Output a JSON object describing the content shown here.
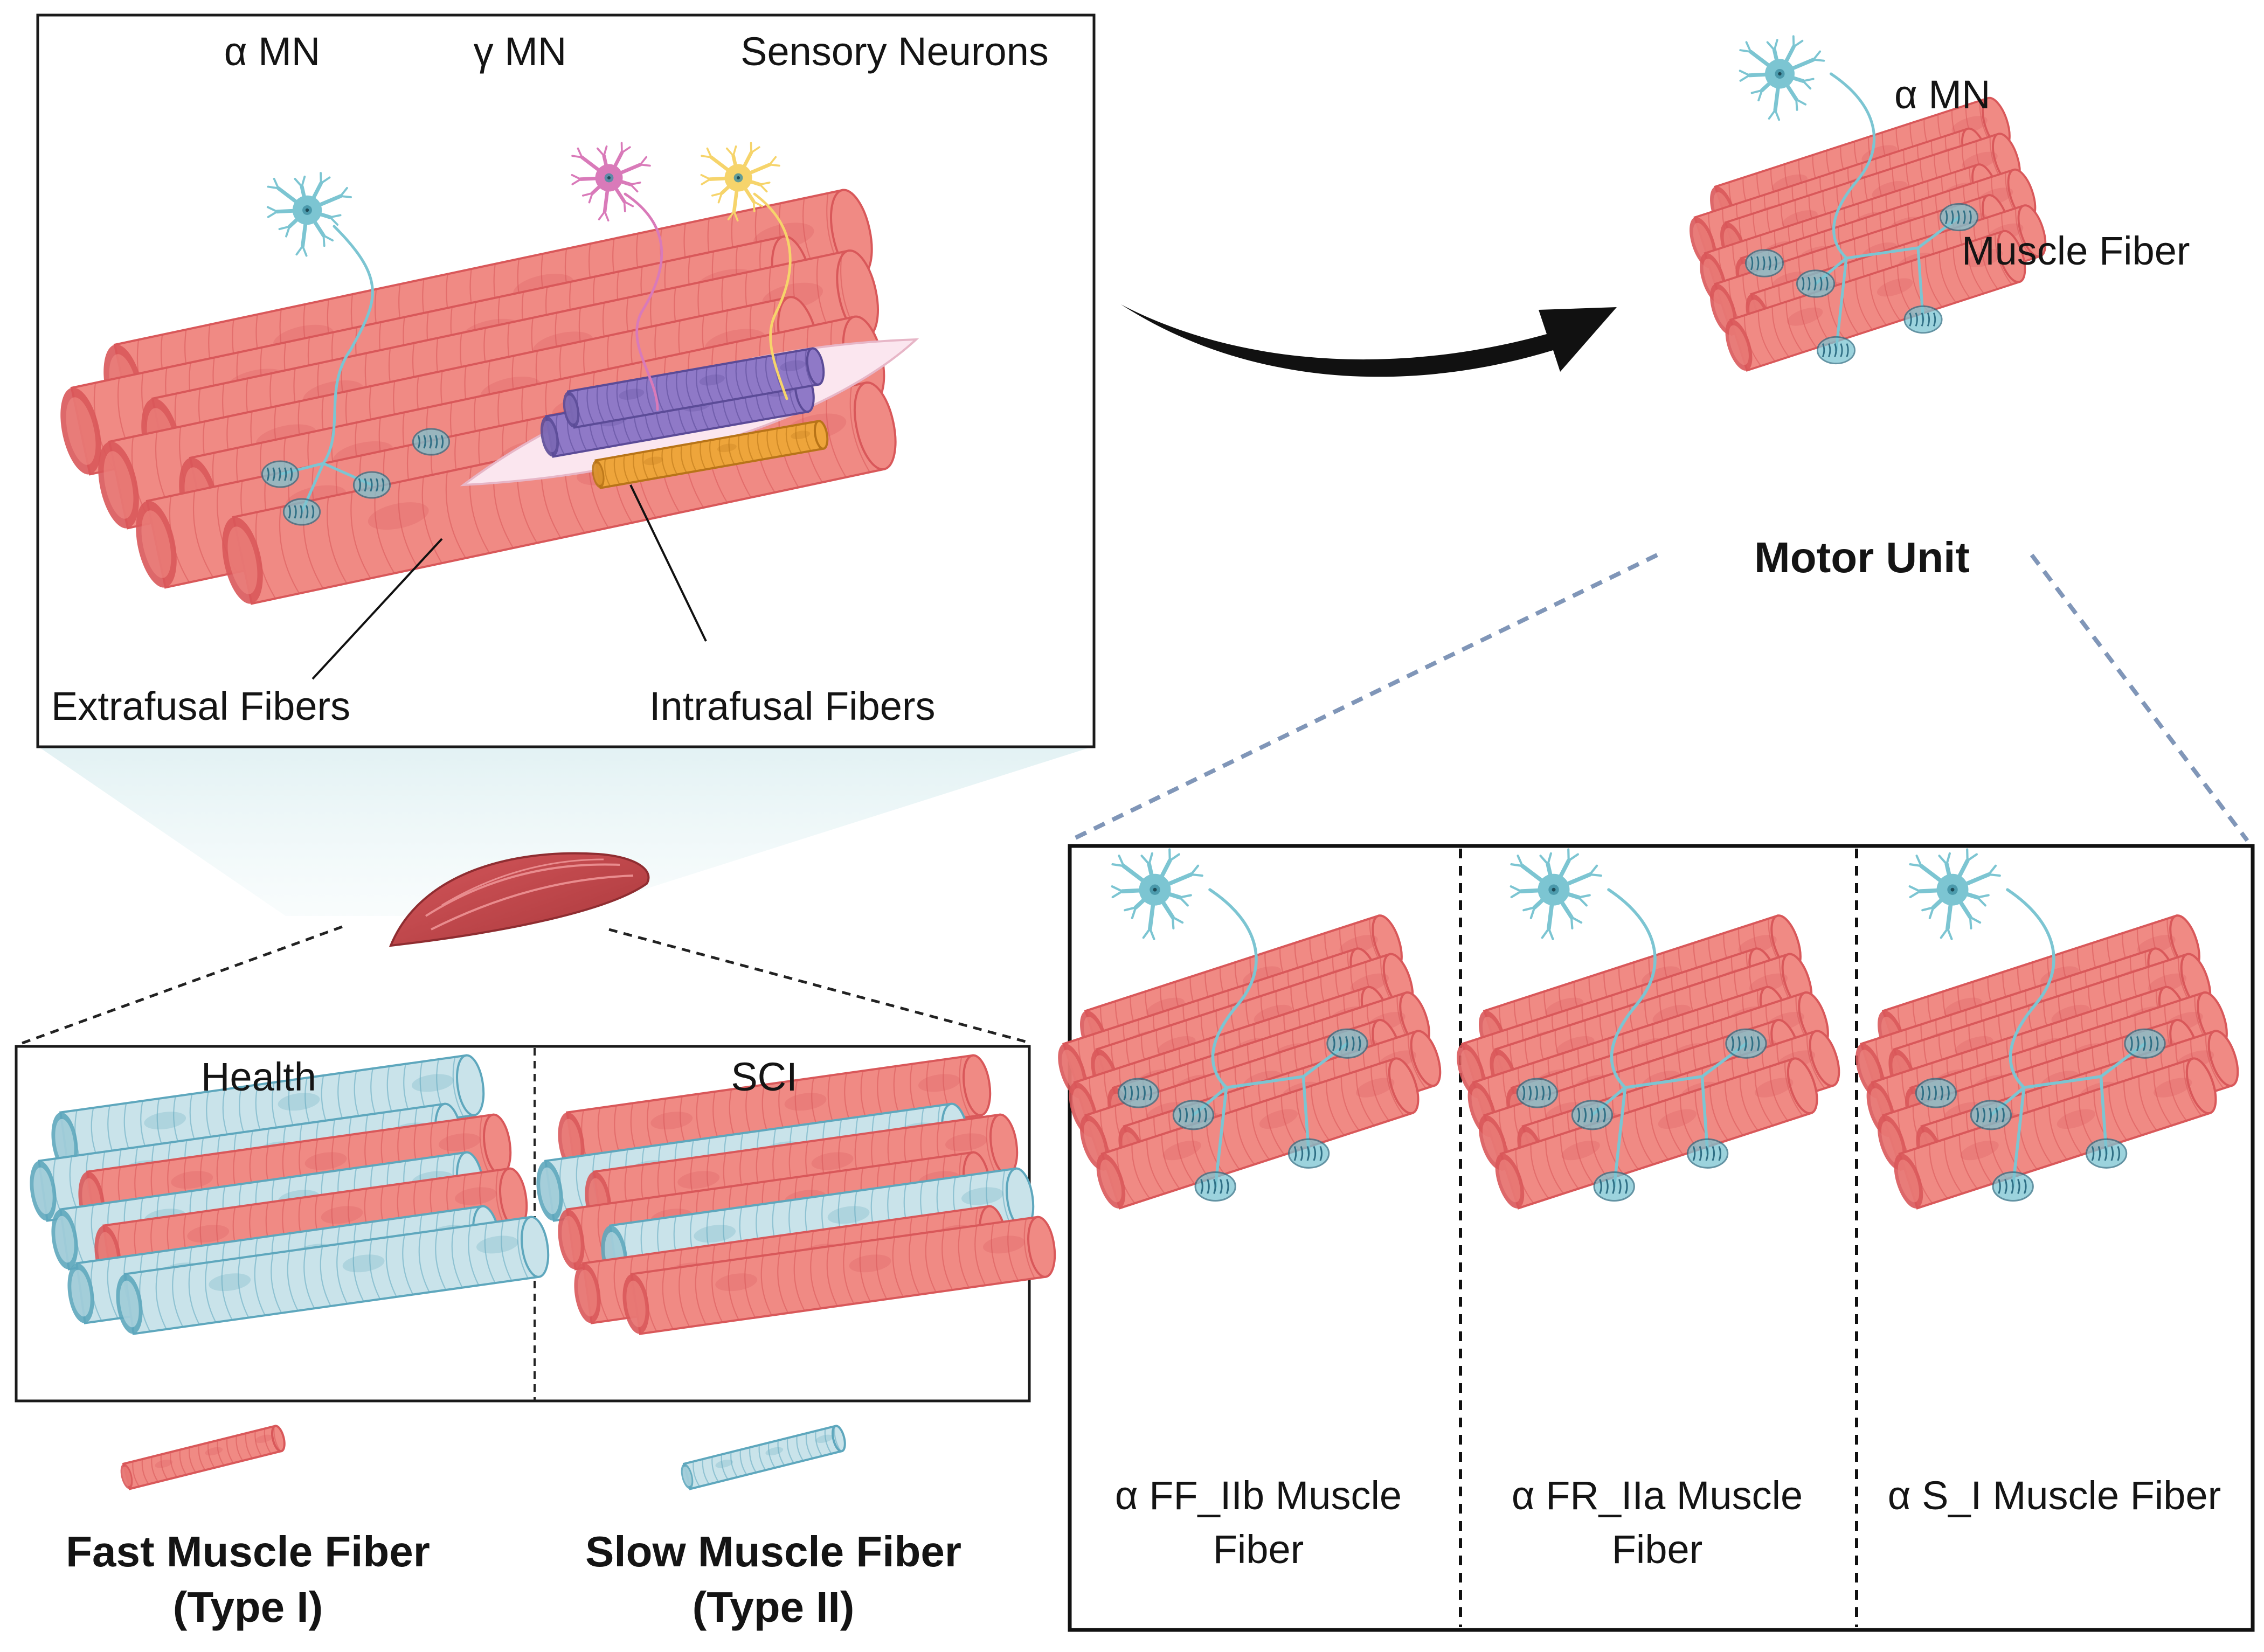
{
  "colors": {
    "fast_fiber": "#f08a84",
    "fast_fiber_edge": "#d9585a",
    "slow_fiber": "#c9e3ea",
    "slow_fiber_edge": "#5ea7bd",
    "motor_neuron": "#7cc5d2",
    "gamma_neuron": "#d97ab9",
    "sensory_neuron": "#f6d46b",
    "intrafusal_purple": "#8f79c7",
    "intrafusal_orange": "#eea53b",
    "dashed_connector": "#8096b8",
    "muscle_belly": "#c9484c"
  },
  "spindle_panel": {
    "label_alpha_mn": "α MN",
    "label_gamma_mn": "γ MN",
    "label_sensory": "Sensory Neurons",
    "label_extrafusal": "Extrafusal Fibers",
    "label_intrafusal": "Intrafusal Fibers"
  },
  "motor_unit": {
    "label_alpha_mn": "α MN",
    "label_muscle_fiber": "Muscle Fiber",
    "title": "Motor Unit"
  },
  "comparison_panel": {
    "left_title": "Health",
    "right_title": "SCI"
  },
  "legend": {
    "fast_line1": "Fast Muscle Fiber",
    "fast_line2": "(Type I)",
    "slow_line1": "Slow Muscle Fiber",
    "slow_line2": "(Type II)"
  },
  "motor_unit_types": [
    {
      "label_line1": "α FF_IIb Muscle",
      "label_line2": "Fiber"
    },
    {
      "label_line1": "α FR_IIa Muscle",
      "label_line2": "Fiber"
    },
    {
      "label_line1": "α S_I Muscle Fiber",
      "label_line2": ""
    }
  ]
}
